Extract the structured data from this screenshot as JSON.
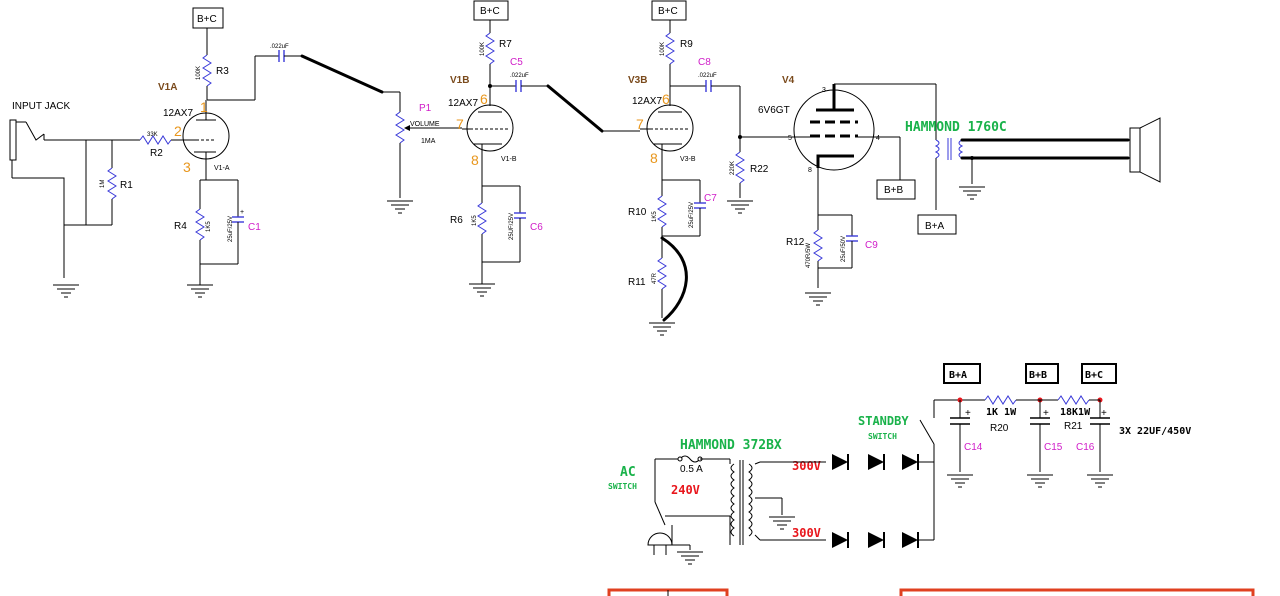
{
  "tubes": {
    "v1a": {
      "name": "V1A",
      "type": "12AX7",
      "sub": "V1-A",
      "pin_plate": "1",
      "pin_grid": "2",
      "pin_cathode": "3"
    },
    "v1b": {
      "name": "V1B",
      "type": "12AX7",
      "sub": "V1-B",
      "pin_plate": "6",
      "pin_grid": "7",
      "pin_cathode": "8"
    },
    "v3b": {
      "name": "V3B",
      "type": "12AX7",
      "sub": "V3-B",
      "pin_plate": "6",
      "pin_grid": "7",
      "pin_cathode": "8"
    },
    "v4": {
      "name": "V4",
      "type": "6V6GT",
      "pin_plate": "3",
      "pin_grid": "5",
      "pin_screen": "4",
      "pin_cathode": "8"
    }
  },
  "supply_labels": {
    "bc": "B+C",
    "bb": "B+B",
    "ba": "B+A"
  },
  "input_jack": "INPUT JACK",
  "resistors": {
    "r1": {
      "name": "R1",
      "value": "1M"
    },
    "r2": {
      "name": "R2",
      "value": "33K"
    },
    "r3": {
      "name": "R3",
      "value": "100K"
    },
    "r4": {
      "name": "R4",
      "value": "1K5"
    },
    "r6": {
      "name": "R6",
      "value": "1K5"
    },
    "r7": {
      "name": "R7",
      "value": "100K"
    },
    "r9": {
      "name": "R9",
      "value": "100K"
    },
    "r10": {
      "name": "R10",
      "value": "1K5"
    },
    "r11": {
      "name": "R11",
      "value": "47R"
    },
    "r12": {
      "name": "R12",
      "value": "470R/5W"
    },
    "r22": {
      "name": "R22",
      "value": "220K"
    },
    "r20": {
      "name": "R20",
      "value": "1K 1W"
    },
    "r21": {
      "name": "R21",
      "value": "18K1W"
    }
  },
  "capacitors": {
    "c1": {
      "name": "C1",
      "value": "25uF/25V"
    },
    "c6": {
      "name": "C6",
      "value": "25UF/25V"
    },
    "c7": {
      "name": "C7",
      "value": "25uF/25V"
    },
    "c9": {
      "name": "C9",
      "value": "25uF/50V"
    },
    "c5": {
      "name": "C5",
      "value": ".022uF"
    },
    "c8": {
      "name": "C8",
      "value": ".022uF"
    },
    "c_v1a": {
      "value": ".022uF"
    },
    "c14": {
      "name": "C14"
    },
    "c15": {
      "name": "C15"
    },
    "c16": {
      "name": "C16"
    }
  },
  "pot": {
    "name": "P1",
    "label": "VOLUME",
    "value": "1MA"
  },
  "output_transformer": "HAMMOND 1760C",
  "power_transformer": "HAMMOND 372BX",
  "ac_switch": {
    "title": "AC",
    "sub": "SWITCH"
  },
  "standby_switch": {
    "title": "STANDBY",
    "sub": "SWITCH"
  },
  "fuse": "0.5 A",
  "mains_voltage": "240V",
  "secondary_voltage_top": "300V",
  "secondary_voltage_bottom": "300V",
  "filter_caps_note": "3X 22UF/450V",
  "colors": {
    "tube_label": "#7a4a1c",
    "pin_number": "#e8961c",
    "component_name": "#d01cc8",
    "note_green": "#19b24a",
    "voltage_red": "#e8161c",
    "component_body": "#3a3ad8"
  }
}
